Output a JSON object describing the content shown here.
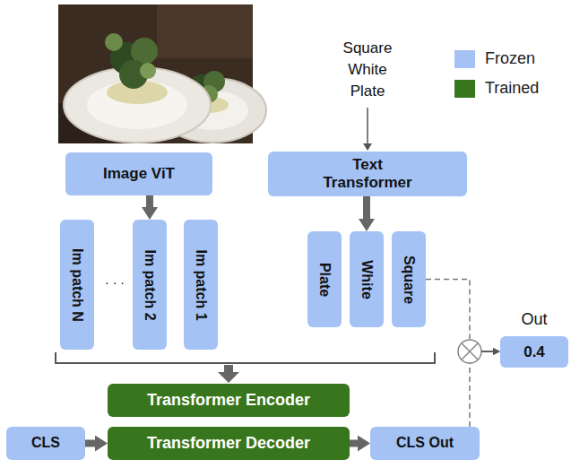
{
  "diagram": {
    "nodes": [
      {
        "text": [
          "Image ViT"
        ]
      },
      {
        "text": [
          "Text Transformer"
        ]
      },
      {
        "text": [
          "Im patch N"
        ]
      },
      {
        "text": [
          "Im patch 2"
        ]
      },
      {
        "text": [
          "Im patch 1"
        ]
      },
      {
        "text": [
          "Plate"
        ]
      },
      {
        "text": [
          "White"
        ]
      },
      {
        "text": [
          "Square"
        ]
      },
      {
        "text": [
          "Out",
          "0.4"
        ]
      },
      {
        "text": [
          "Transformer Encoder"
        ]
      },
      {
        "text": [
          "CLS"
        ]
      },
      {
        "text": [
          "Transformer Decoder"
        ]
      },
      {
        "text": [
          "CLS Out"
        ]
      }
    ],
    "edges": [
      {
        "from": 0,
        "to": 3,
        "arrow": "to"
      },
      {
        "from": 1,
        "to": 6,
        "arrow": "to"
      },
      {
        "from": 10,
        "to": 11,
        "arrow": "to"
      },
      {
        "from": 11,
        "to": 12,
        "arrow": "to"
      },
      {
        "from": 7,
        "to": 8,
        "arrow": "to"
      },
      {
        "from": 12,
        "to": 8,
        "arrow": "to"
      }
    ],
    "labels": [
      "Square White Plate",
      "· · ·"
    ],
    "legend": [
      {
        "text": "Frozen",
        "color": "#a4c2f4"
      },
      {
        "text": "Trained",
        "color": "#38761d"
      }
    ]
  }
}
